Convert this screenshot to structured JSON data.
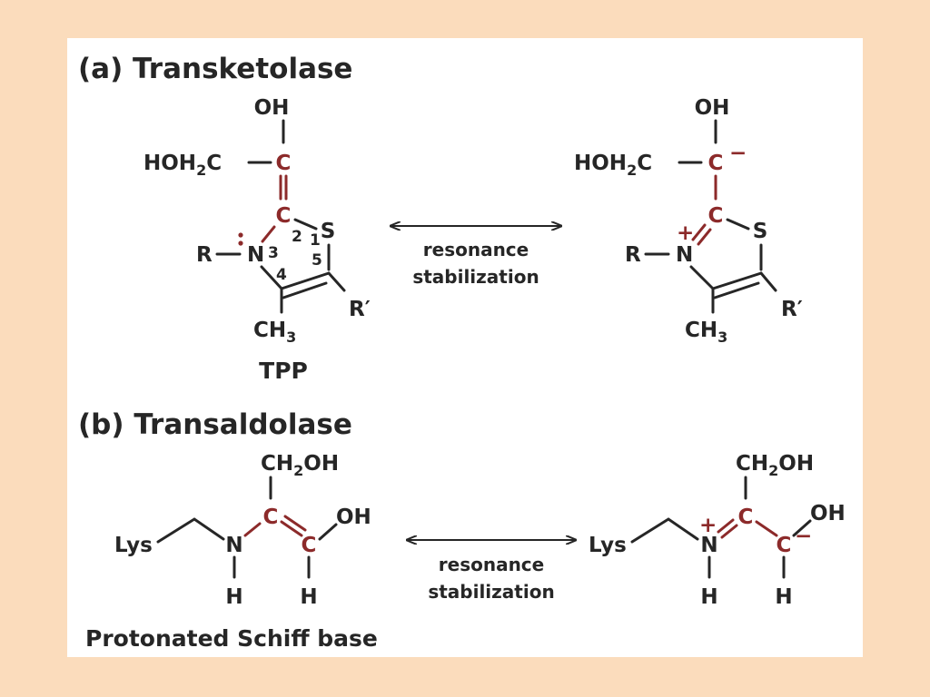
{
  "panel_a": {
    "heading": "(a) Transketolase",
    "left_caption": "TPP",
    "arrow_text_line1": "resonance",
    "arrow_text_line2": "stabilization",
    "atoms": {
      "oh": "OH",
      "hoh2c_prefix": "HOH",
      "sub2": "2",
      "c_suffix": "C",
      "c": "C",
      "s": "S",
      "n": "N",
      "r": "R",
      "r_prime": "R′",
      "ch": "CH",
      "sub3": "3",
      "num1": "1",
      "num2": "2",
      "num3": "3",
      "num4": "4",
      "num5": "5",
      "minus": "−",
      "plus": "+"
    }
  },
  "panel_b": {
    "heading": "(b) Transaldolase",
    "left_caption": "Protonated Schiff base",
    "arrow_text_line1": "resonance",
    "arrow_text_line2": "stabilization",
    "atoms": {
      "ch2oh_prefix": "CH",
      "sub2": "2",
      "oh_suffix": "OH",
      "oh": "OH",
      "lys": "Lys",
      "n": "N",
      "c": "C",
      "h": "H",
      "minus": "−",
      "plus": "+"
    }
  },
  "colors": {
    "background": "#fbdcbc",
    "panel": "#ffffff",
    "text": "#262626",
    "accent_red": "#8c2a2a"
  }
}
